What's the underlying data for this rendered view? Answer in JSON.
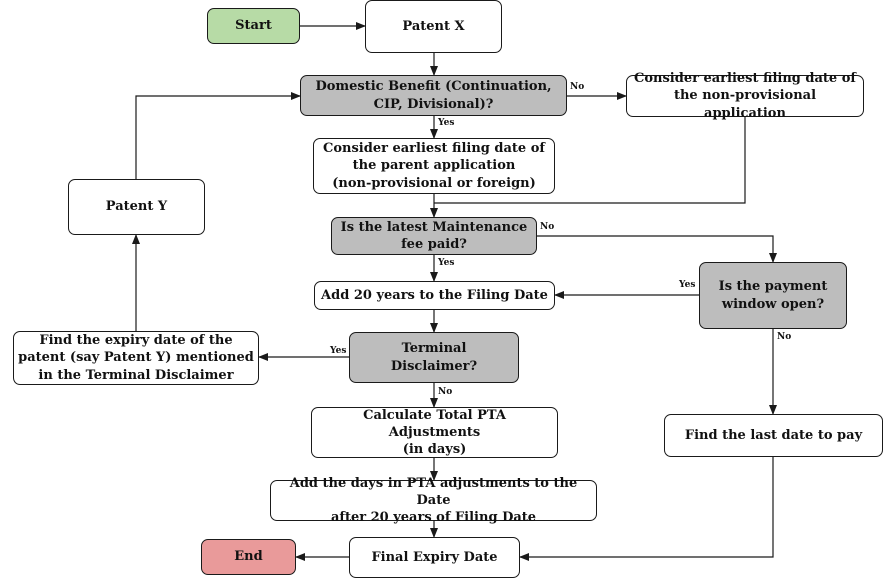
{
  "nodes": {
    "start": {
      "lines": [
        "Start"
      ]
    },
    "patent_x": {
      "lines": [
        "Patent X"
      ]
    },
    "domestic_benefit": {
      "lines": [
        "Domestic Benefit (Continuation,",
        "CIP, Divisional)?"
      ]
    },
    "earliest_nonprov": {
      "lines": [
        "Consider earliest filing date of",
        "the non-provisional application"
      ]
    },
    "earliest_parent": {
      "lines": [
        "Consider earliest filing date of",
        "the parent application",
        "(non-provisional or foreign)"
      ]
    },
    "maintenance_fee": {
      "lines": [
        "Is the latest Maintenance",
        "fee paid?"
      ]
    },
    "add_20_years": {
      "lines": [
        "Add 20 years to the Filing Date"
      ]
    },
    "payment_window": {
      "lines": [
        "Is the payment",
        "window open?"
      ]
    },
    "terminal_disclaimer": {
      "lines": [
        "Terminal",
        "Disclaimer?"
      ]
    },
    "find_expiry_y": {
      "lines": [
        "Find the expiry date of the",
        "patent (say Patent Y) mentioned",
        "in the Terminal Disclaimer"
      ]
    },
    "patent_y": {
      "lines": [
        "Patent Y"
      ]
    },
    "calc_pta": {
      "lines": [
        "Calculate Total PTA Adjustments",
        "(in days)"
      ]
    },
    "add_pta": {
      "lines": [
        "Add the days in PTA adjustments to the Date",
        "after 20 years of Filing Date"
      ]
    },
    "find_last_date": {
      "lines": [
        "Find the last date to pay"
      ]
    },
    "final_expiry": {
      "lines": [
        "Final Expiry Date"
      ]
    },
    "end": {
      "lines": [
        "End"
      ]
    }
  },
  "edge_labels": {
    "domestic_no": "No",
    "domestic_yes": "Yes",
    "maintenance_no": "No",
    "maintenance_yes": "Yes",
    "payment_yes": "Yes",
    "payment_no": "No",
    "terminal_yes": "Yes",
    "terminal_no": "No"
  },
  "colors": {
    "start_fill": "#b7dba6",
    "end_fill": "#e99a9a",
    "decision_fill": "#bdbdbd",
    "process_fill": "#ffffff",
    "stroke": "#1a1a1a"
  }
}
